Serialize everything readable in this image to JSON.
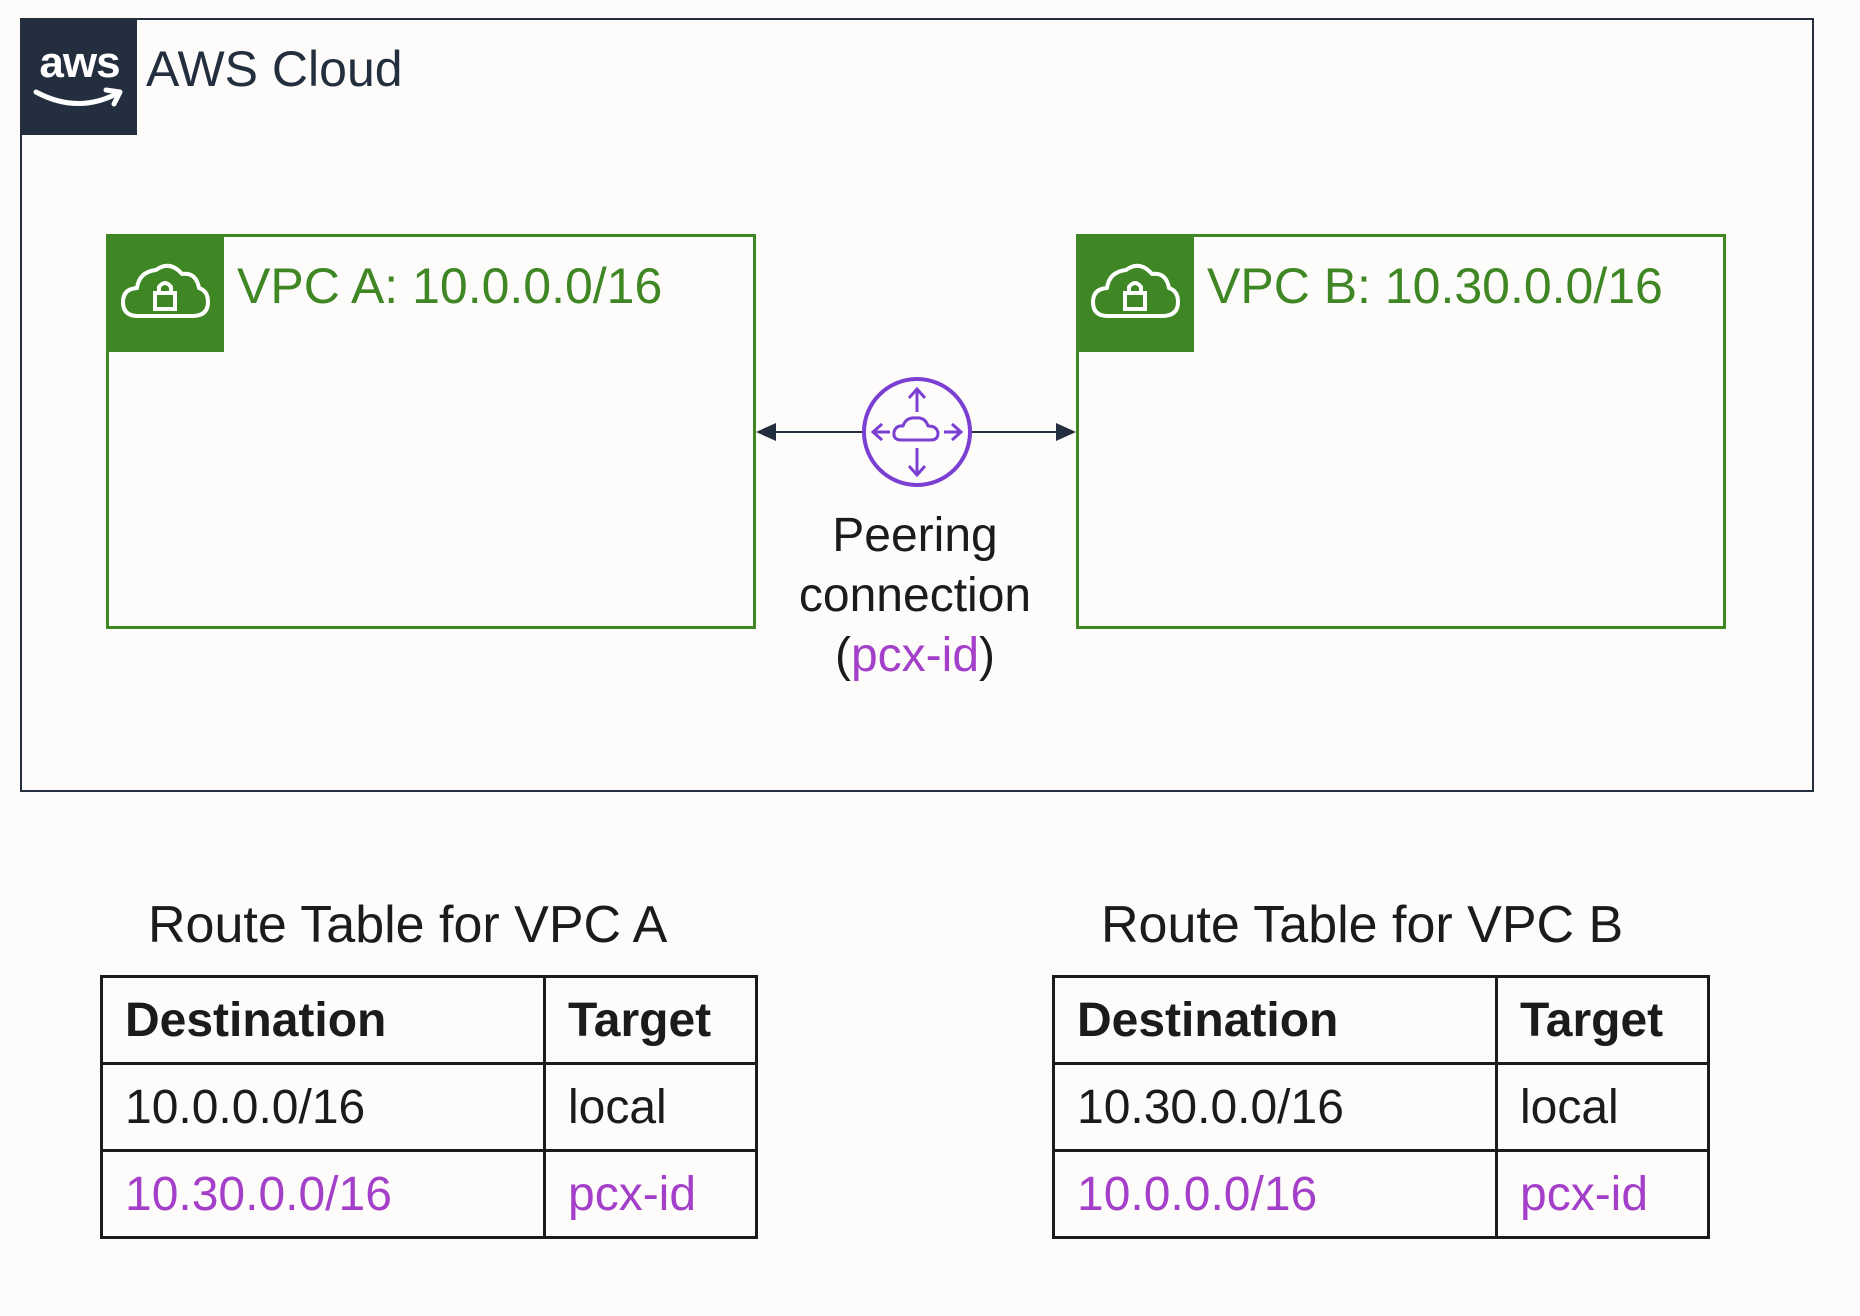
{
  "aws_cloud": {
    "logo_text": "aws",
    "label": "AWS Cloud"
  },
  "vpcs": [
    {
      "label": "VPC A: 10.0.0.0/16"
    },
    {
      "label": "VPC B: 10.30.0.0/16"
    }
  ],
  "peering": {
    "line1": "Peering",
    "line2": "connection",
    "open_paren": "(",
    "id": "pcx-id",
    "close_paren": ")"
  },
  "route_tables": [
    {
      "title": "Route Table for VPC A",
      "headers": [
        "Destination",
        "Target"
      ],
      "rows": [
        {
          "destination": "10.0.0.0/16",
          "target": "local",
          "highlight": false
        },
        {
          "destination": "10.30.0.0/16",
          "target": "pcx-id",
          "highlight": true
        }
      ]
    },
    {
      "title": "Route Table for VPC B",
      "headers": [
        "Destination",
        "Target"
      ],
      "rows": [
        {
          "destination": "10.30.0.0/16",
          "target": "local",
          "highlight": false
        },
        {
          "destination": "10.0.0.0/16",
          "target": "pcx-id",
          "highlight": true
        }
      ]
    }
  ],
  "colors": {
    "aws_dark": "#232f3e",
    "vpc_green": "#3f8624",
    "peering_purple": "#7b3fd3",
    "highlight_purple": "#a33fc8"
  },
  "icons": {
    "aws_logo": "aws-smile-logo",
    "vpc": "cloud-lock-icon",
    "peering": "peering-connection-icon"
  }
}
